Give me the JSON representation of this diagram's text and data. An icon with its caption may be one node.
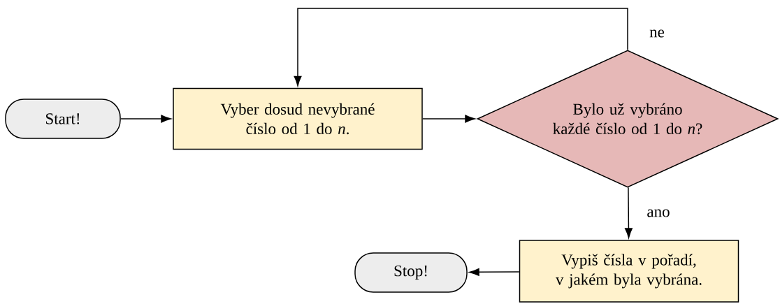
{
  "diagram": {
    "nodes": [
      {
        "text": [
          "Start!"
        ]
      },
      {
        "text": [
          "Vyber dosud nevybrané číslo od 1 do *n*."
        ]
      },
      {
        "text": [
          "Bylo už vybráno každé číslo od 1 do *n*?"
        ]
      },
      {
        "text": [
          "Vypiš čísla v pořadí, v jakém byla vybrána."
        ]
      },
      {
        "text": [
          "Stop!"
        ]
      }
    ],
    "edges": [
      {
        "from": 0,
        "to": 1,
        "arrow": "to"
      },
      {
        "from": 1,
        "to": 2,
        "arrow": "to"
      },
      {
        "from": 2,
        "to": 1,
        "arrow": "to",
        "label": "ne"
      },
      {
        "from": 2,
        "to": 3,
        "arrow": "to",
        "label": "ano"
      },
      {
        "from": 3,
        "to": 4,
        "arrow": "to"
      }
    ]
  }
}
